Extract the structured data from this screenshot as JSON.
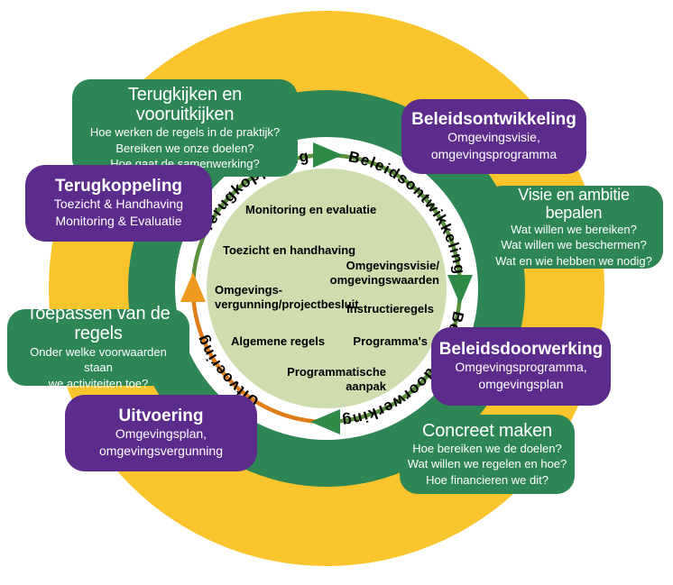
{
  "colors": {
    "yellow": "#FAC42C",
    "green": "#2E8655",
    "light_green": "#CEDCAE",
    "purple": "#5C2C8C",
    "arc_green": "#5A8F3C",
    "arc_orange": "#E07C1A",
    "arrow_green": "#2F8A47",
    "arrow_orange": "#F0991F",
    "ring_text_green": "#2D5F33",
    "ring_text_orange": "#DE7C1E",
    "inner_text": "#306B44"
  },
  "ring_labels": {
    "terugkoppeling": "Terugkoppeling",
    "beleidsontwikkeling": "Beleidsontwikkeling",
    "beleidsdoorwerking": "Beleidsdoorwerking",
    "uitvoering": "Uitvoering"
  },
  "inner_items": {
    "monitoring": "Monitoring en evaluatie",
    "toezicht": "Toezicht en handhaving",
    "omgevingsvergunning_line1": "Omgevings-",
    "omgevingsvergunning_line2": "vergunning/projectbesluit",
    "algemene_regels": "Algemene regels",
    "programmatische_line1": "Programmatische",
    "programmatische_line2": "aanpak",
    "omgevingsvisie_line1": "Omgevingsvisie/",
    "omgevingsvisie_line2": "omgevingswaarden",
    "instructieregels": "Instructieregels",
    "programmas": "Programma's"
  },
  "boxes": {
    "terugkijken": {
      "title": [
        "Terugkijken en",
        "vooruitkijken"
      ],
      "body": [
        "Hoe werken de regels in de praktijk?",
        "Bereiken we onze doelen?",
        "Hoe gaat de samenwerking?"
      ]
    },
    "terugkoppeling": {
      "title": [
        "Terugkoppeling"
      ],
      "body": [
        "Toezicht & Handhaving",
        "Monitoring & Evaluatie"
      ]
    },
    "beleidsontwikkeling": {
      "title": [
        "Beleidsontwikkeling"
      ],
      "body": [
        "Omgevingsvisie,",
        "omgevingsprogramma"
      ]
    },
    "visie": {
      "title": [
        "Visie en ambitie bepalen"
      ],
      "body": [
        "Wat willen we bereiken?",
        "Wat willen we beschermen?",
        "Wat en wie hebben we nodig?"
      ]
    },
    "beleidsdoorwerking": {
      "title": [
        "Beleidsdoorwerking"
      ],
      "body": [
        "Omgevingsprogramma,",
        "omgevingsplan"
      ]
    },
    "concreet": {
      "title": [
        "Concreet maken"
      ],
      "body": [
        "Hoe bereiken we de doelen?",
        "Wat willen we regelen en hoe?",
        "Hoe financieren we dit?"
      ]
    },
    "toepassen": {
      "title": [
        "Toepassen van de",
        "regels"
      ],
      "body": [
        "Onder welke voorwaarden staan",
        "we activiteiten toe?"
      ]
    },
    "uitvoering": {
      "title": [
        "Uitvoering"
      ],
      "body": [
        "Omgevingsplan,",
        "omgevingsvergunning"
      ]
    }
  }
}
